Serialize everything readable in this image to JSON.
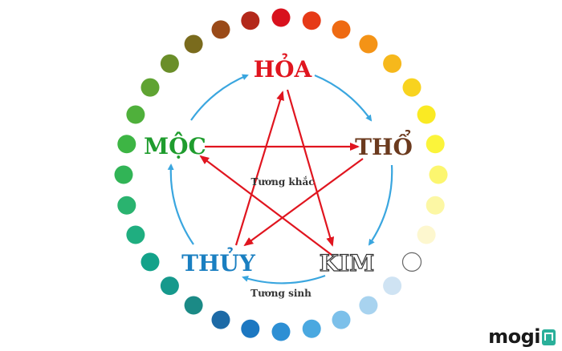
{
  "elements": {
    "fire": {
      "label": "HỎA",
      "color": "#e0151f"
    },
    "earth": {
      "label": "THỔ",
      "color": "#6b3a1e"
    },
    "metal": {
      "label": "KIM",
      "color": "#ffffff"
    },
    "water": {
      "label": "THỦY",
      "color": "#1a7fc1"
    },
    "wood": {
      "label": "MỘC",
      "color": "#1f9c2e"
    }
  },
  "labels": {
    "overcoming": "Tương khắc",
    "generating": "Tương sinh"
  },
  "arrow_colors": {
    "generating": "#3aa6df",
    "overcoming": "#e0151f"
  },
  "ring_dot_colors": [
    "#d8111d",
    "#e63a17",
    "#ee6a12",
    "#f49316",
    "#f6b81c",
    "#f8d31f",
    "#faea23",
    "#fbf43a",
    "#fcf66f",
    "#fcf7a4",
    "#fdf7cf",
    "#ffffff",
    "#cfe3f3",
    "#a8d3ef",
    "#7cc0ea",
    "#4aa8e0",
    "#2d8fd4",
    "#1c77c1",
    "#1d6aa6",
    "#1b8a86",
    "#16998c",
    "#13a28a",
    "#1fae80",
    "#2ab36f",
    "#31b456",
    "#3db544",
    "#4fb03b",
    "#5fa332",
    "#6a8e29",
    "#7a6b1d",
    "#9a4a18",
    "#b3281a"
  ],
  "watermark": {
    "text": "mogi"
  }
}
